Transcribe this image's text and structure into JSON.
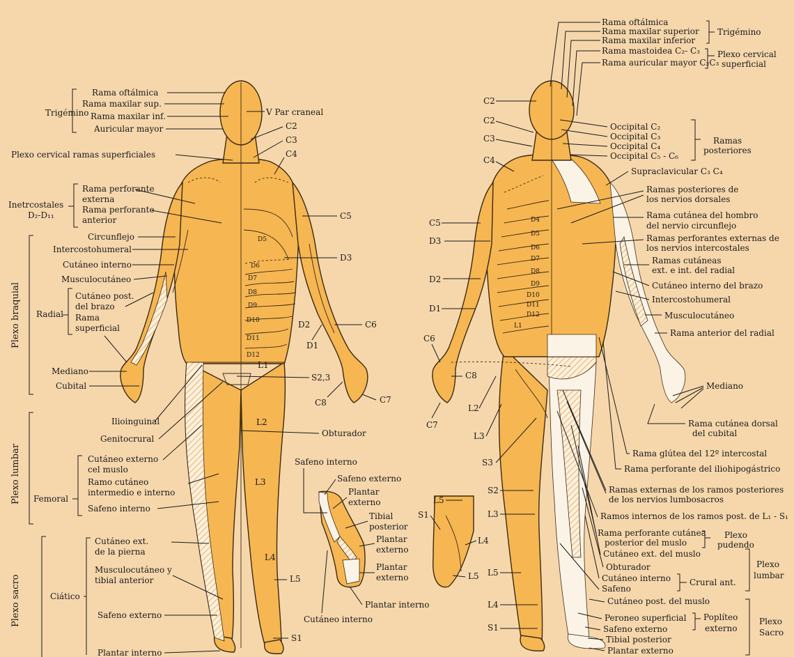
{
  "colors": {
    "background": "#f6d7ac",
    "body_fill": "#f6b652",
    "outline": "#3a2a12",
    "hatch": "#e6a24a"
  },
  "front": {
    "left_labels": {
      "trigemino": "Trigémino",
      "rama_oftalmica": "Rama oftálmica",
      "rama_maxilar_sup": "Rama maxilar sup.",
      "rama_maxilar_inf": "Rama maxilar inf.",
      "auricular_mayor": "Auricular mayor",
      "plexo_cervical": "Plexo cervical ramas superficiales",
      "intercostales": "Inetrcostales",
      "intercostales_sub": "D₂-D₁₁",
      "perforante_externa_1": "Rama perforante",
      "perforante_externa_2": "externa",
      "perforante_anterior_1": "Rama perforante",
      "perforante_anterior_2": "anterior",
      "plexo_braquial": "Plexo braquial",
      "circunflejo": "Circunflejo",
      "intercostohumeral": "Intercostohumeral",
      "cutaneo_interno": "Cutáneo interno",
      "musculocutaneo": "Musculocutáneo",
      "radial": "Radial",
      "cutaneo_post_1": "Cutáneo post.",
      "cutaneo_post_2": "del brazo",
      "rama_sup_1": "Rama",
      "rama_sup_2": "superficial",
      "mediano": "Mediano",
      "cubital": "Cubital",
      "plexo_lumbar": "Plexo lumbar",
      "ilioinguinal": "Ilioinguinal",
      "genitocrural": "Genitocrural",
      "femoral": "Femoral",
      "cutaneo_ext_muslo_1": "Cutáneo externo",
      "cutaneo_ext_muslo_2": "cel muslo",
      "ramo_cutaneo_1": "Ramo cutáneo",
      "ramo_cutaneo_2": "intermedio e interno",
      "safeno_interno": "Safeno interno",
      "plexo_sacro": "Plexo sacro",
      "ciatico": "Ciático",
      "cutaneo_ext_pierna_1": "Cutáneo ext.",
      "cutaneo_ext_pierna_2": "de la pierna",
      "musculocut_tibial_1": "Musculocutáneo y",
      "musculocut_tibial_2": "tibial anterior",
      "safeno_externo": "Safeno externo",
      "plantar_interno": "Plantar interno"
    },
    "right_labels": {
      "v_par": "V Par craneal",
      "c2": "C2",
      "c3": "C3",
      "c4": "C4",
      "c5": "C5",
      "d3": "D3",
      "d2": "D2",
      "d1": "D1",
      "c6": "C6",
      "l1": "L1",
      "s23": "S2,3",
      "c8": "C8",
      "c7": "C7",
      "l2": "L2",
      "obturador": "Obturador",
      "l3": "L3",
      "l4": "L4",
      "l5": "L5",
      "s1": "S1"
    },
    "dermatomes": [
      "D5",
      "D6",
      "D7",
      "D8",
      "D9",
      "D10",
      "D11",
      "D12"
    ]
  },
  "foot_detail": {
    "safeno_interno": "Safeno interno",
    "safeno_externo": "Safeno externo",
    "plantar_externo_1": "Plantar",
    "plantar_externo_2": "externo",
    "tibial_posterior_1": "Tibial",
    "tibial_posterior_2": "posterior",
    "plantar_externo_b1": "Plantar",
    "plantar_externo_b2": "externo",
    "plantar_externo_c1": "Plantar",
    "plantar_externo_c2": "externo",
    "plantar_interno": "Plantar interno",
    "cutaneo_interno": "Cutáneo interno",
    "l5": "L5",
    "s1": "S1",
    "l4": "L4",
    "l5b": "L5"
  },
  "back": {
    "top_labels": {
      "rama_oftalmica": "Rama oftálmica",
      "rama_maxilar_superior": "Rama maxilar superior",
      "rama_maxilar_inferior": "Rama maxilar inferior",
      "rama_mastoidea": "Rama mastoidea C₂- C₃",
      "rama_auricular": "Rama auricular mayor C₂C₃",
      "trigemino": "Trigémino",
      "plexo_cervical_1": "Plexo cervical",
      "plexo_cervical_2": "superficial"
    },
    "left_labels": {
      "c2a": "C2",
      "c2b": "C2",
      "c3": "C3",
      "c4": "C4",
      "c5": "C5",
      "d3": "D3",
      "d2": "D2",
      "d1": "D1",
      "c6": "C6",
      "c8": "C8",
      "c7": "C7",
      "l2": "L2",
      "l3": "L3",
      "s3": "S3",
      "s2": "S2",
      "l3b": "L3",
      "l5": "L5",
      "l4": "L4",
      "s1": "S1"
    },
    "right_labels": {
      "occipital_c2": "Occipital C₂",
      "occipital_c3": "Occipital C₃",
      "occipital_c4": "Occipital C₄",
      "occipital_c5": "Occipital C₅ - C₆",
      "ramas_posteriores_1": "Ramas",
      "ramas_posteriores_2": "posteriores",
      "supraclavicular": "Supraclavicular C₃ C₄",
      "ramas_post_dorsales_1": "Ramas posteriores de",
      "ramas_post_dorsales_2": "los nervios dorsales",
      "rama_cutanea_hombro_1": "Rama cutánea del hombro",
      "rama_cutanea_hombro_2": "del nervio circunflejo",
      "ramas_perforantes_1": "Ramas perforantes externas de",
      "ramas_perforantes_2": "los nervios intercostales",
      "ramas_cutaneas_1": "Ramas cutáneas",
      "ramas_cutaneas_2": "ext. e int. del radial",
      "cutaneo_interno_brazo": "Cutáneo interno del brazo",
      "intercostohumeral": "Intercostohumeral",
      "musculocutaneo": "Musculocutáneo",
      "rama_anterior_radial": "Rama anterior del radial",
      "mediano": "Mediano",
      "rama_cutanea_dorsal_1": "Rama cutánea dorsal",
      "rama_cutanea_dorsal_2": "del cubital",
      "rama_glutea": "Rama glútea del 12º intercostal",
      "rama_perforante_ilio": "Rama perforante del iliohipogástrico",
      "ramas_externas_1": "Ramas externas de los ramos posteriores",
      "ramas_externas_2": "de los nervios lumbosacros",
      "ramos_internos": "Ramos internos de los ramos post. de L₁ - S₁",
      "perforante_cutanea_1": "Rama perforante cutánea",
      "perforante_cutanea_2": "posterior del muslo",
      "plexo_pudendo_1": "Plexo",
      "plexo_pudendo_2": "pudendo",
      "cutaneo_ext_muslo": "Cutáneo ext. del muslo",
      "obturador": "Obturador",
      "cutaneo_interno": "Cutáneo interno",
      "safeno": "Safeno",
      "crural_ant": "Crural ant.",
      "plexo_lumbar_1": "Plexo",
      "plexo_lumbar_2": "lumbar",
      "cutaneo_post_muslo": "Cutáneo post. del muslo",
      "peroneo_superficial": "Peroneo superficial",
      "safeno_externo": "Safeno externo",
      "tibial_posterior": "Tibial posterior",
      "plantar_externo": "Plantar externo",
      "popliteo_1": "Poplíteo",
      "popliteo_2": "externo",
      "plexo_sacro_1": "Plexo",
      "plexo_sacro_2": "Sacro"
    },
    "dermatomes": [
      "D4",
      "D5",
      "D6",
      "D7",
      "D8",
      "D9",
      "D10",
      "D11",
      "D12",
      "L1"
    ]
  }
}
